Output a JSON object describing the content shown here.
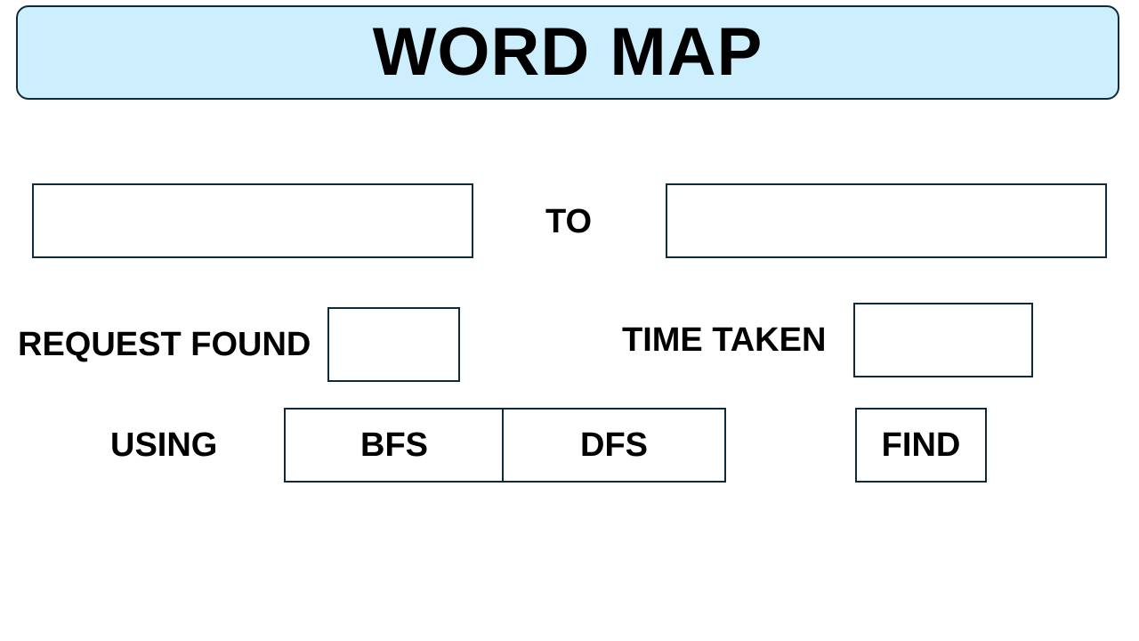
{
  "header": {
    "title": "WORD MAP"
  },
  "route": {
    "from_value": "",
    "from_placeholder": "",
    "connector_label": "TO",
    "to_value": "",
    "to_placeholder": ""
  },
  "results": {
    "request_found_label": "REQUEST FOUND",
    "request_found_value": "",
    "time_taken_label": "TIME TAKEN",
    "time_taken_value": ""
  },
  "algorithm": {
    "using_label": "USING",
    "options": [
      "BFS",
      "DFS"
    ],
    "find_label": "FIND"
  },
  "colors": {
    "banner_background": "#cdeefc",
    "border": "#0f2a3a",
    "background": "#ffffff",
    "text": "#000000"
  }
}
